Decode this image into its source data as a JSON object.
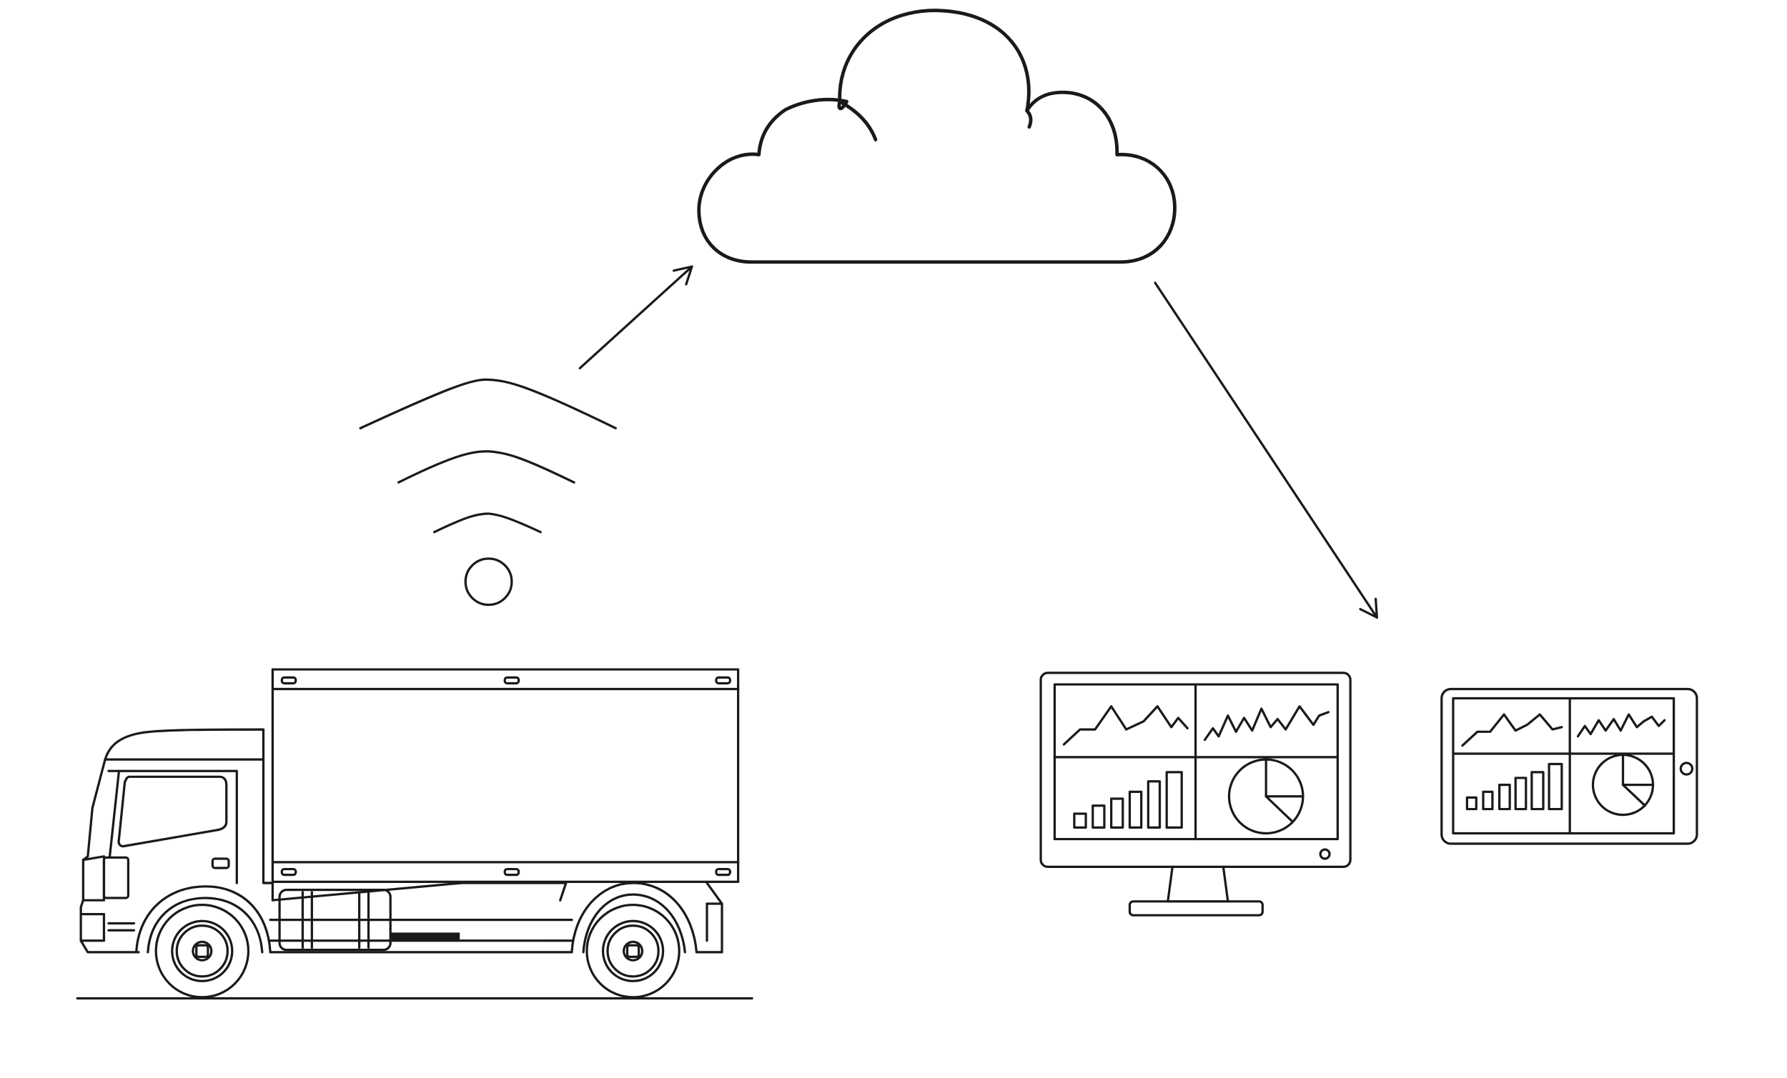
{
  "diagram": {
    "style": "line-art",
    "colors": {
      "stroke": "#1a1a1a",
      "background": "#ffffff"
    },
    "nodes": [
      {
        "id": "truck",
        "icon": "truck-icon"
      },
      {
        "id": "signal",
        "icon": "wifi-signal-icon"
      },
      {
        "id": "cloud",
        "icon": "cloud-icon"
      },
      {
        "id": "desktop",
        "icon": "monitor-dashboard-icon",
        "panels": [
          "line-chart",
          "line-chart",
          "bar-chart",
          "pie-chart"
        ]
      },
      {
        "id": "tablet",
        "icon": "tablet-dashboard-icon",
        "panels": [
          "line-chart",
          "line-chart",
          "bar-chart",
          "pie-chart"
        ]
      }
    ],
    "edges": [
      {
        "from": "signal",
        "to": "cloud"
      },
      {
        "from": "cloud",
        "to": "desktop"
      }
    ]
  }
}
